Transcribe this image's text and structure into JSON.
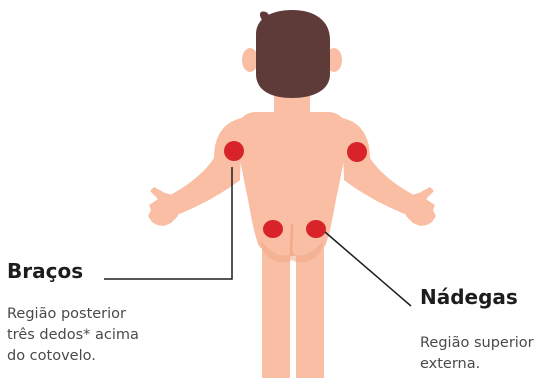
{
  "colors": {
    "skin": "#f9bea3",
    "skin_shadow": "#f2a98c",
    "hair": "#5e3b38",
    "injection_site": "#d8232a",
    "leader_line": "#1d1d1f"
  },
  "labels": {
    "bracos": {
      "title": "Braços",
      "description_lines": [
        "Região posterior",
        "três dedos* acima",
        "do cotovelo."
      ]
    },
    "nadegas": {
      "title": "Nádegas",
      "description_lines": [
        "Região superior",
        "externa."
      ]
    }
  },
  "figure": {
    "view": "back",
    "injection_sites": [
      "left-arm",
      "right-arm",
      "left-buttock",
      "right-buttock"
    ]
  }
}
